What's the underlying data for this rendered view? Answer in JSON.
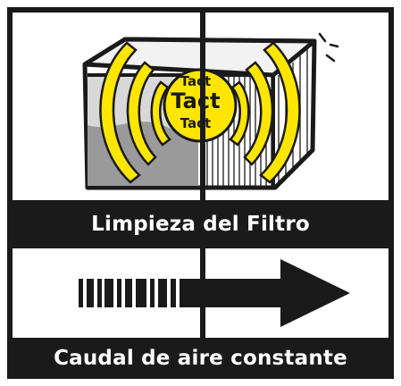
{
  "panels": {
    "top": {
      "caption": "Limpieza del Filtro",
      "badge": [
        "Tact",
        "Tact",
        "Tact"
      ]
    },
    "bottom": {
      "caption": "Caudal de aire constante"
    }
  },
  "colors": {
    "ink": "#1a1a1a",
    "accent": "#ffe600",
    "paper": "#ffffff",
    "filter_fill": "#e8e8e8",
    "dirt": "#9a9a9a"
  }
}
